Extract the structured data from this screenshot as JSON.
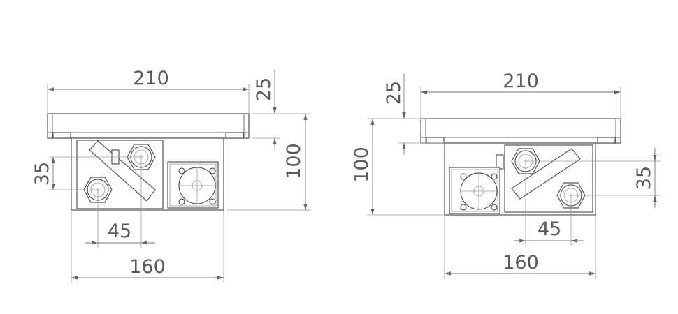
{
  "views": [
    {
      "name": "left-view",
      "dimensions": {
        "width_top": "210",
        "cover_height": "25",
        "total_height": "100",
        "pipe_offset_vertical": "35",
        "pipe_spacing": "45",
        "box_width": "160"
      }
    },
    {
      "name": "right-view",
      "dimensions": {
        "width_top": "210",
        "cover_height": "25",
        "total_height": "100",
        "pipe_offset_vertical": "35",
        "pipe_spacing": "45",
        "box_width": "160"
      }
    }
  ],
  "colors": {
    "line": "#6e6e6e",
    "text": "#5a5a5a",
    "background": "#ffffff"
  }
}
